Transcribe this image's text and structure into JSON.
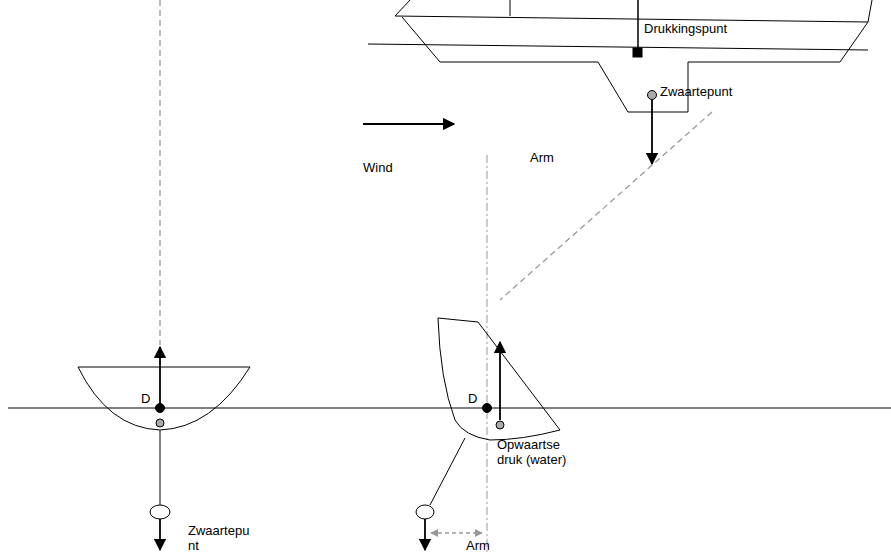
{
  "diagram": {
    "labels": [
      "Drukkingspunt",
      "Zwaartepunt",
      "Wind",
      "Arm",
      "D",
      "Zwaartepunt",
      "D",
      "Opwaartse druk (water)",
      "Arm"
    ]
  }
}
